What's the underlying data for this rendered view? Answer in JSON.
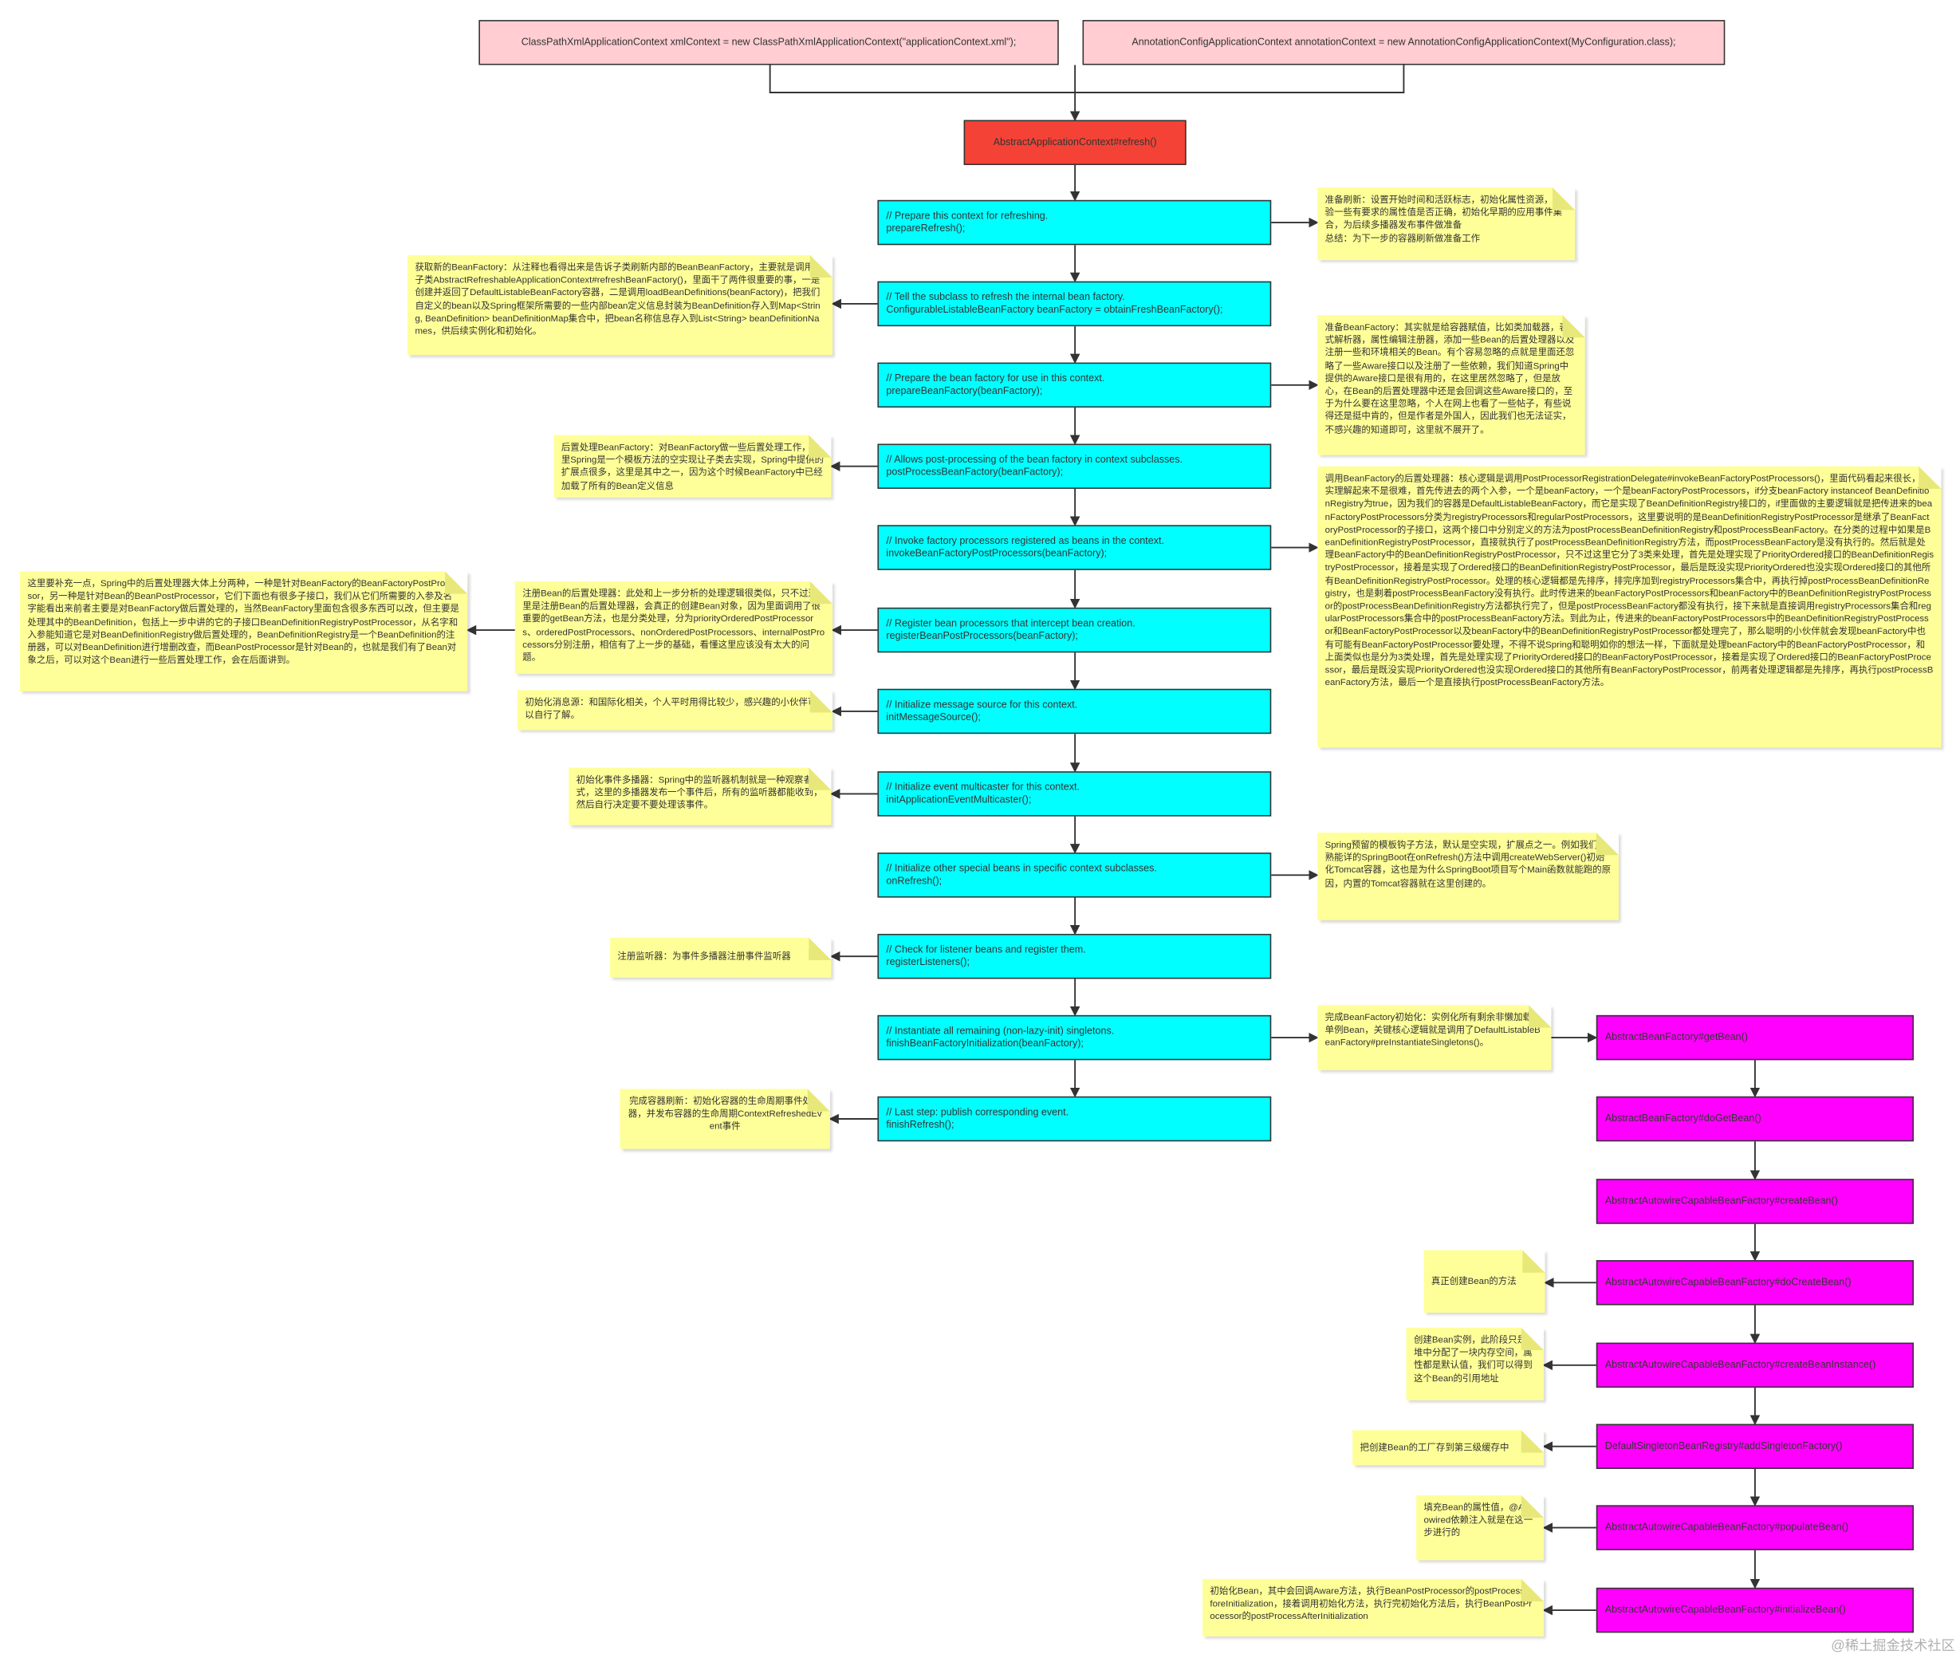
{
  "colors": {
    "start": "#ffcdd2",
    "entry": "#f44336",
    "step": "#00ffff",
    "getbean": "#ff00ff",
    "note": "#ffff99",
    "line": "#333333"
  },
  "start_boxes": {
    "xml": "ClassPathXmlApplicationContext xmlContext = new ClassPathXmlApplicationContext(\"applicationContext.xml\");",
    "annotation": "AnnotationConfigApplicationContext annotationContext = new AnnotationConfigApplicationContext(MyConfiguration.class);"
  },
  "refresh_box": "AbstractApplicationContext#refresh()",
  "steps": [
    {
      "line1": "// Prepare this context for refreshing.",
      "line2": "prepareRefresh();"
    },
    {
      "line1": "// Tell the subclass to refresh the internal bean factory.",
      "line2": "ConfigurableListableBeanFactory beanFactory = obtainFreshBeanFactory();"
    },
    {
      "line1": "// Prepare the bean factory for use in this context.",
      "line2": "prepareBeanFactory(beanFactory);"
    },
    {
      "line1": "// Allows post-processing of the bean factory in context subclasses.",
      "line2": "postProcessBeanFactory(beanFactory);"
    },
    {
      "line1": "// Invoke factory processors registered as beans in the context.",
      "line2": "invokeBeanFactoryPostProcessors(beanFactory);"
    },
    {
      "line1": "// Register bean processors that intercept bean creation.",
      "line2": "registerBeanPostProcessors(beanFactory);"
    },
    {
      "line1": "// Initialize message source for this context.",
      "line2": "initMessageSource();"
    },
    {
      "line1": "// Initialize event multicaster for this context.",
      "line2": "initApplicationEventMulticaster();"
    },
    {
      "line1": "// Initialize other special beans in specific context subclasses.",
      "line2": "onRefresh();"
    },
    {
      "line1": "// Check for listener beans and register them.",
      "line2": "registerListeners();"
    },
    {
      "line1": "// Instantiate all remaining (non-lazy-init) singletons.",
      "line2": "finishBeanFactoryInitialization(beanFactory);"
    },
    {
      "line1": "// Last step: publish corresponding event.",
      "line2": "finishRefresh();"
    }
  ],
  "notes": {
    "prepare_refresh": "准备刷新：设置开始时间和活跃标志，初始化属性资源，校验一些有要求的属性值是否正确，初始化早期的应用事件集合，为后续多播器发布事件做准备\n总结：为下一步的容器刷新做准备工作",
    "obtain_bean_factory": "获取新的BeanFactory：从注释也看得出来是告诉子类刷新内部的BeanBeanFactory，主要就是调用了子类AbstractRefreshableApplicationContext#refreshBeanFactory()，里面干了两件很重要的事，一是创建并返回了DefaultListableBeanFactory容器，二是调用loadBeanDefinitions(beanFactory)，把我们自定义的bean以及Spring框架所需要的一些内部bean定义信息封装为BeanDefinition存入到Map<String, BeanDefinition> beanDefinitionMap集合中，把bean名称信息存入到List<String> beanDefinitionNames，供后续实例化和初始化。",
    "prepare_bean_factory": "准备BeanFactory：其实就是给容器赋值，比如类加载器，表达式解析器，属性编辑注册器，添加一些Bean的后置处理器以及注册一些和环境相关的Bean。有个容易忽略的点就是里面还忽略了一些Aware接口以及注册了一些依赖，我们知道Spring中提供的Aware接口是很有用的，在这里居然忽略了，但是放心，在Bean的后置处理器中还是会回调这些Aware接口的，至于为什么要在这里忽略，个人在网上也看了一些帖子，有些说得还是挺中肯的，但是作者是外国人，因此我们也无法证实，不感兴趣的知道即可，这里就不展开了。",
    "post_process_bean_factory": "后置处理BeanFactory：对BeanFactory做一些后置处理工作，这里Spring是一个模板方法的空实现让子类去实现，Spring中提供的扩展点很多，这里是其中之一，因为这个时候BeanFactory中已经加载了所有的Bean定义信息",
    "invoke_bfpp": "调用BeanFactory的后置处理器：核心逻辑是调用PostProcessorRegistrationDelegate#invokeBeanFactoryPostProcessors()，里面代码看起来很长，其实理解起来不是很难，首先传进去的两个入参，一个是beanFactory，一个是beanFactoryPostProcessors，if分支beanFactory instanceof BeanDefinitionRegistry为true，因为我们的容器是DefaultListableBeanFactory，而它是实现了BeanDefinitionRegistry接口的，if里面做的主要逻辑就是把传进来的beanFactoryPostProcessors分类为registryProcessors和regularPostProcessors，这里要说明的是BeanDefinitionRegistryPostProcessor是继承了BeanFactoryPostProcessor的子接口，这两个接口中分别定义的方法为postProcessBeanDefinitionRegistry和postProcessBeanFactory。在分类的过程中如果是BeanDefinitionRegistryPostProcessor，直接就执行了postProcessBeanDefinitionRegistry方法，而postProcessBeanFactory是没有执行的。然后就是处理BeanFactory中的BeanDefinitionRegistryPostProcessor，只不过这里它分了3类来处理，首先是处理实现了PriorityOrdered接口的BeanDefinitionRegistryPostProcessor，接着是实现了Ordered接口的BeanDefinitionRegistryPostProcessor，最后是既没实现PriorityOrdered也没实现Ordered接口的其他所有BeanDefinitionRegistryPostProcessor。处理的核心逻辑都是先排序，排完序加到registryProcessors集合中，再执行掉postProcessBeanDefinitionRegistry，也是剩着postProcessBeanFactory没有执行。此时传进来的beanFactoryPostProcessors和beanFactory中的BeanDefinitionRegistryPostProcessor的postProcessBeanDefinitionRegistry方法都执行完了，但是postProcessBeanFactory都没有执行，接下来就是直接调用registryProcessors集合和regularPostProcessors集合中的postProcessBeanFactory方法。到此为止，传进来的beanFactoryPostProcessors中的BeanDefinitionRegistryPostProcessor和BeanFactoryPostProcessor以及beanFactory中的BeanDefinitionRegistryPostProcessor都处理完了，那么聪明的小伙伴就会发现beanFactory中也有可能有BeanFactoryPostProcessor要处理，不得不说Spring和聪明如你的想法一样，下面就是处理beanFactory中的BeanFactoryPostProcessor，和上面类似也是分为3类处理，首先是处理实现了PriorityOrdered接口的BeanFactoryPostProcessor，接着是实现了Ordered接口的BeanFactoryPostProcessor，最后是既没实现PriorityOrdered也没实现Ordered接口的其他所有BeanFactoryPostProcessor，前两者处理逻辑都是先排序，再执行postProcessBeanFactory方法，最后一个是直接执行postProcessBeanFactory方法。",
    "register_bpp": "注册Bean的后置处理器：此处和上一步分析的处理逻辑很类似，只不过这里是注册Bean的后置处理器，会真正的创建Bean对象，因为里面调用了很重要的getBean方法，也是分类处理，分为priorityOrderedPostProcessors、orderedPostProcessors、nonOrderedPostProcessors、internalPostProcessors分别注册，相信有了上一步的基础，看懂这里应该没有太大的问题。",
    "bpp_supplement": "这里要补充一点，Spring中的后置处理器大体上分两种，一种是针对BeanFactory的BeanFactoryPostProcessor，另一种是针对Bean的BeanPostProcessor，它们下面也有很多子接口，我们从它们所需要的入参及名字能看出来前者主要是对BeanFactory做后置处理的，当然BeanFactory里面包含很多东西可以改，但主要是处理其中的BeanDefinition，包括上一步中讲的它的子接口BeanDefinitionRegistryPostProcessor，从名字和入参能知道它是对BeanDefinitionRegistry做后置处理的，BeanDefinitionRegistry是一个BeanDefinition的注册器，可以对BeanDefinition进行增删改查，而BeanPostProcessor是针对Bean的，也就是我们有了Bean对象之后，可以对这个Bean进行一些后置处理工作，会在后面讲到。",
    "init_message_source": "初始化消息源：和国际化相关，个人平时用得比较少，感兴趣的小伙伴可以自行了解。",
    "init_multicaster": "初始化事件多播器：Spring中的监听器机制就是一种观察者模式，这里的多播器发布一个事件后，所有的监听器都能收到，然后自行决定要不要处理该事件。",
    "on_refresh": "Spring预留的模板钩子方法，默认是空实现，扩展点之一。例如我们耳熟能详的SpringBoot在onRefresh()方法中调用createWebServer()初始化Tomcat容器，这也是为什么SpringBoot项目写个Main函数就能跑的原因，内置的Tomcat容器就在这里创建的。",
    "register_listeners": "注册监听器：为事件多播器注册事件监听器",
    "finish_bf_init": "完成BeanFactory初始化：实例化所有剩余非懒加载的单例Bean，关键核心逻辑就是调用了DefaultListableBeanFactory#preInstantiateSingletons()。",
    "finish_refresh": "完成容器刷新：初始化容器的生命周期事件处理器，并发布容器的生命周期ContextRefreshedEvent事件",
    "do_create_bean": "真正创建Bean的方法",
    "create_bean_instance": "创建Bean实例，此阶段只是在堆中分配了一块内存空间，属性都是默认值，我们可以得到这个Bean的引用地址",
    "add_singleton_factory": "把创建Bean的工厂存到第三级缓存中",
    "populate_bean": "填充Bean的属性值，@Autowired依赖注入就是在这一步进行的",
    "initialize_bean": "初始化Bean，其中会回调Aware方法，执行BeanPostProcessor的postProcessBeforeInitialization，接着调用初始化方法，执行完初始化方法后，执行BeanPostProcessor的postProcessAfterInitialization"
  },
  "get_bean_chain": [
    "AbstractBeanFactory#getBean()",
    "AbstractBeanFactory#doGetBean()",
    "AbstractAutowireCapableBeanFactory#createBean()",
    "AbstractAutowireCapableBeanFactory#doCreateBean()",
    "AbstractAutowireCapableBeanFactory#createBeanInstance()",
    "DefaultSingletonBeanRegistry#addSingletonFactory()",
    "AbstractAutowireCapableBeanFactory#populateBean()",
    "AbstractAutowireCapableBeanFactory#initializeBean()"
  ],
  "watermark": "@稀土掘金技术社区"
}
